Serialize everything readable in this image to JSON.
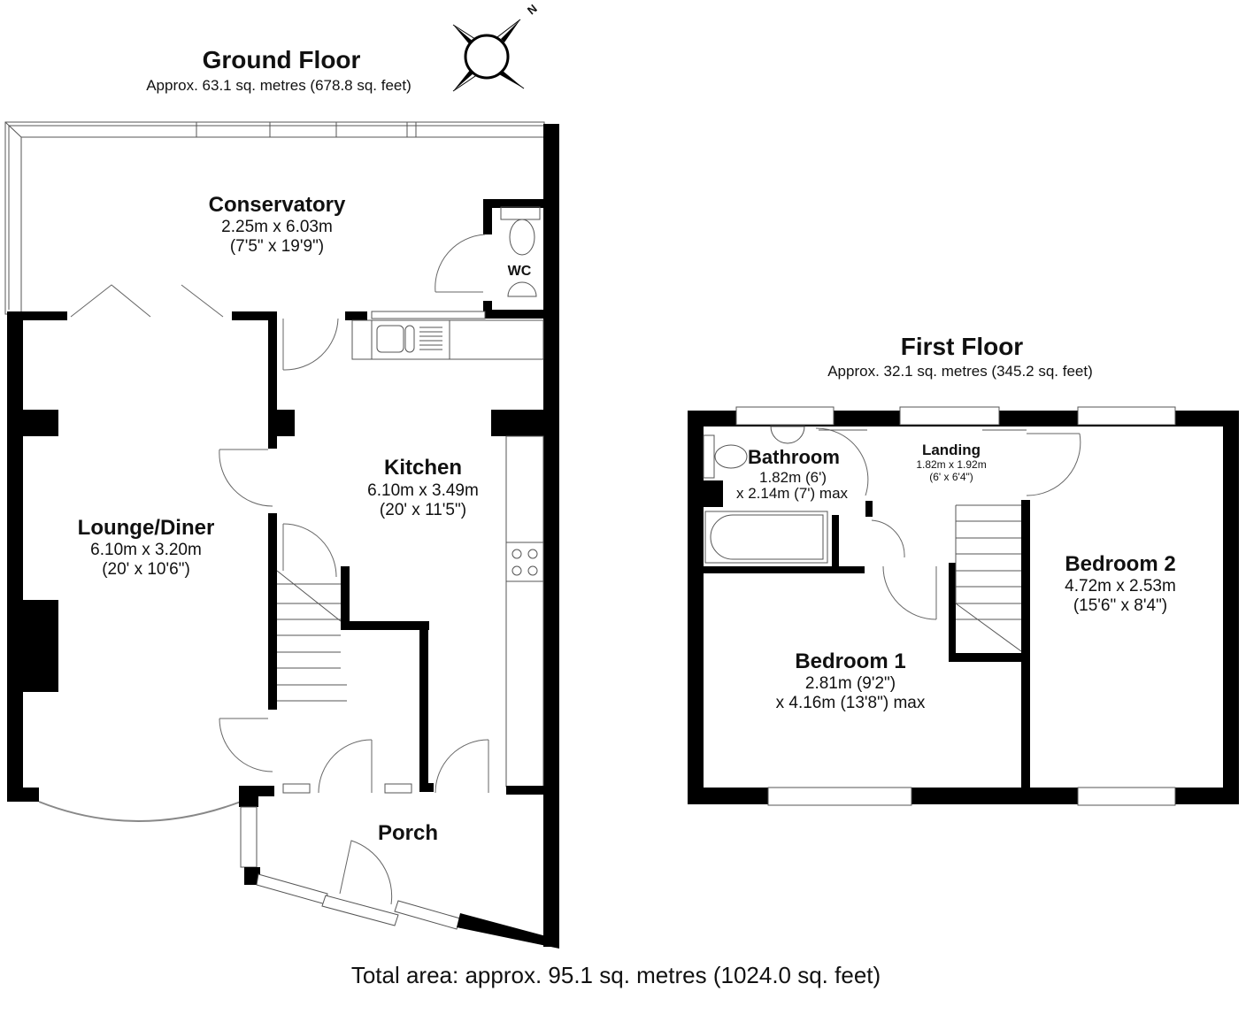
{
  "ground_floor": {
    "title": "Ground Floor",
    "area": "Approx. 63.1 sq. metres (678.8 sq. feet)",
    "rooms": [
      {
        "name": "Conservatory",
        "dim1": "2.25m x 6.03m",
        "dim2": "(7'5\" x 19'9\")"
      },
      {
        "name": "WC"
      },
      {
        "name": "Kitchen",
        "dim1": "6.10m x 3.49m",
        "dim2": "(20' x 11'5\")"
      },
      {
        "name": "Lounge/Diner",
        "dim1": "6.10m x 3.20m",
        "dim2": "(20' x 10'6\")"
      },
      {
        "name": "Porch"
      }
    ]
  },
  "first_floor": {
    "title": "First Floor",
    "area": "Approx. 32.1 sq. metres (345.2 sq. feet)",
    "rooms": [
      {
        "name": "Bathroom",
        "dim1": "1.82m (6')",
        "dim2": "x 2.14m (7') max"
      },
      {
        "name": "Landing",
        "dim1": "1.82m x 1.92m",
        "dim2": "(6' x 6'4\")"
      },
      {
        "name": "Bedroom 1",
        "dim1": "2.81m (9'2\")",
        "dim2": "x 4.16m (13'8\") max"
      },
      {
        "name": "Bedroom 2",
        "dim1": "4.72m x 2.53m",
        "dim2": "(15'6\" x 8'4\")"
      }
    ]
  },
  "compass": {
    "icon": "compass-north-icon",
    "label": "N"
  },
  "total_area": "Total area: approx. 95.1 sq. metres (1024.0 sq. feet)"
}
